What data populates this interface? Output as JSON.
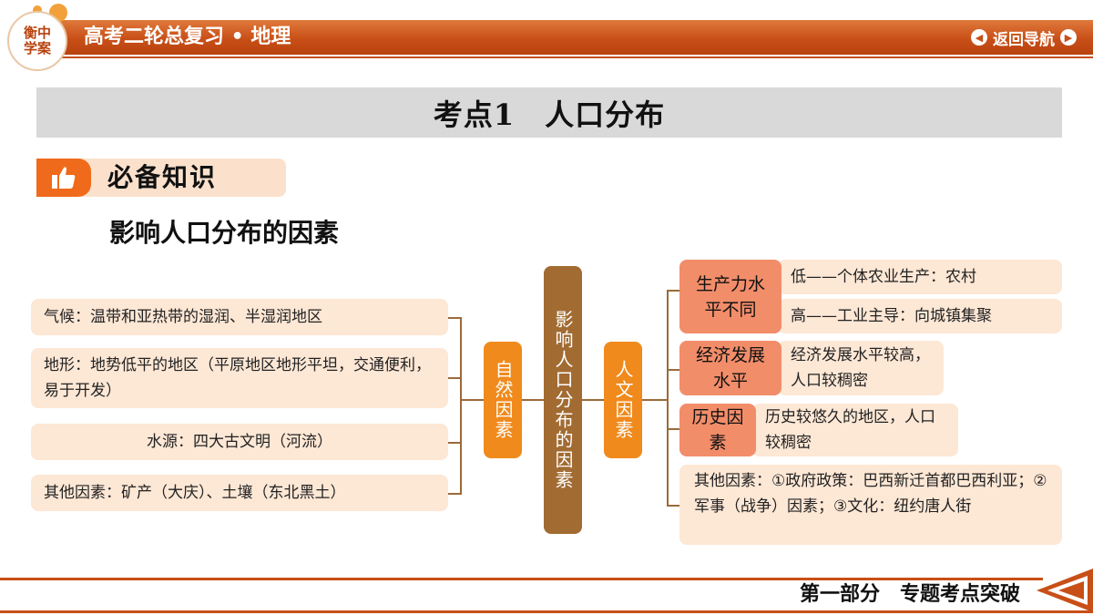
{
  "header": {
    "logo_text": [
      "衡中",
      "学案"
    ],
    "title": "高考二轮总复习 • 地理",
    "nav_label": "返回导航"
  },
  "section_title": "考点1　人口分布",
  "badge_label": "必备知识",
  "subtitle": "影响人口分布的因素",
  "diagram": {
    "center": "影响人口分布的因素",
    "left_branch": "自然因素",
    "right_branch": "人文因素",
    "left_items": [
      "气候：温带和亚热带的湿润、半湿润地区",
      "地形：地势低平的地区（平原地区地形平坦，交通便利，易于开发）",
      "水源：四大古文明（河流）",
      "其他因素：矿产（大庆）、土壤（东北黑土）"
    ],
    "right_groups": [
      {
        "tag": "生产力水平不同",
        "items": [
          "低——个体农业生产：农村",
          "高——工业主导：向城镇集聚"
        ]
      },
      {
        "tag": "经济发展水平",
        "items": [
          "经济发展水平较高，人口较稠密"
        ]
      },
      {
        "tag": "历史因素",
        "items": [
          "历史较悠久的地区，人口较稠密"
        ]
      }
    ],
    "right_other": "其他因素：①政府政策：巴西新迁首都巴西利亚；②军事（战争）因素；③文化：纽约唐人街"
  },
  "footer": {
    "text": "第一部分　专题考点突破"
  },
  "colors": {
    "header": "#c84f17",
    "box_fill": "#fde7d5",
    "branch": "#f08a1c",
    "center": "#a26b32",
    "tag": "#f28d6a"
  }
}
